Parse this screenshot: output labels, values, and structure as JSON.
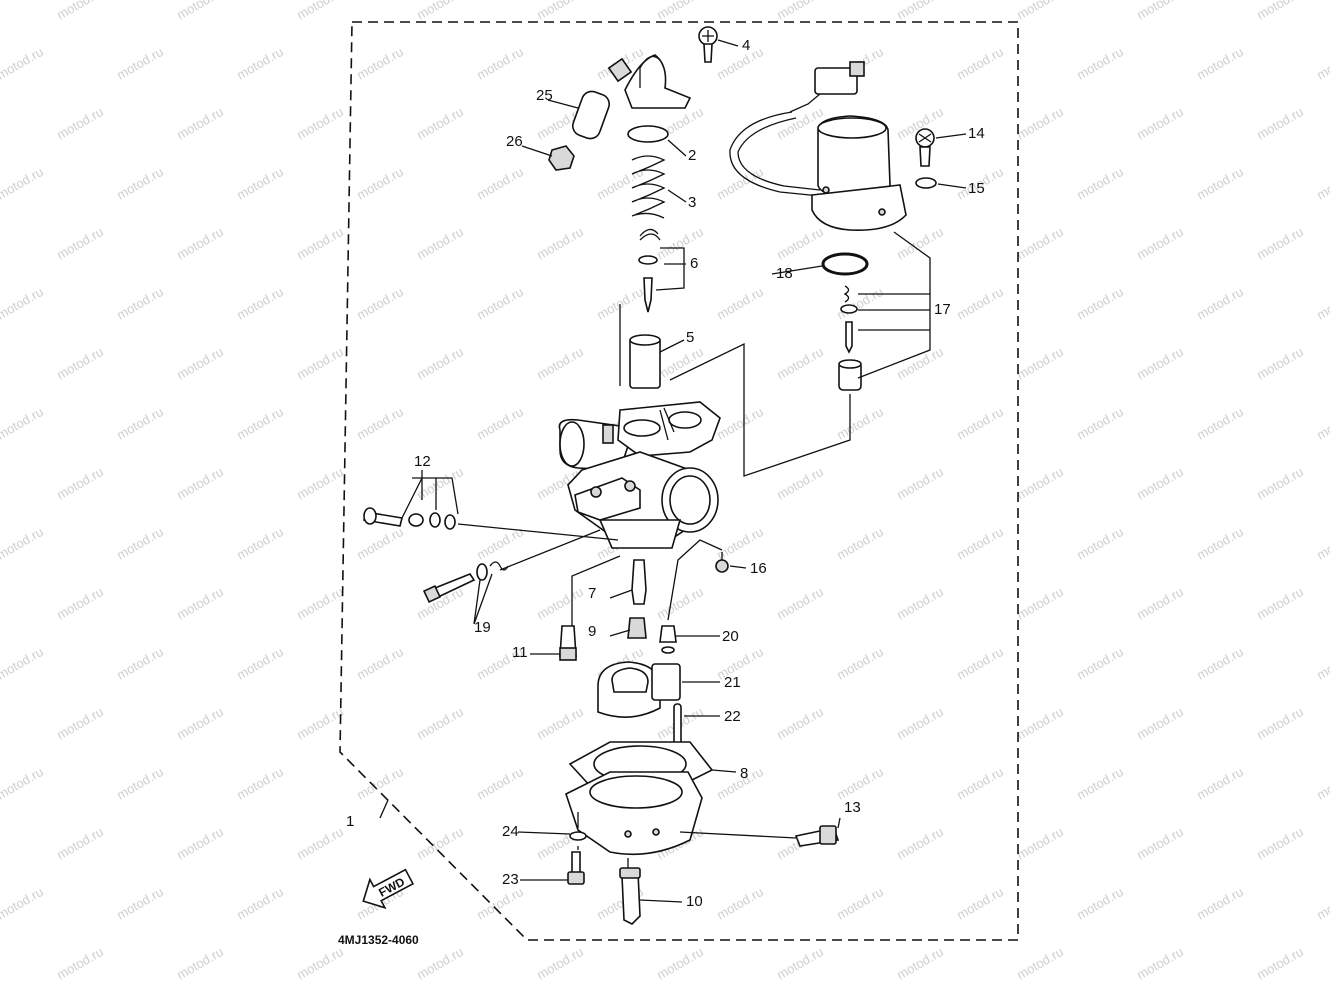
{
  "watermark": "motod.ru",
  "diagram_code": "4MJ1352-4060",
  "fwd_label": "FWD",
  "parts": [
    {
      "id": "p1",
      "num": "1"
    },
    {
      "id": "p2",
      "num": "2"
    },
    {
      "id": "p3",
      "num": "3"
    },
    {
      "id": "p4",
      "num": "4"
    },
    {
      "id": "p5",
      "num": "5"
    },
    {
      "id": "p6",
      "num": "6"
    },
    {
      "id": "p7",
      "num": "7"
    },
    {
      "id": "p8",
      "num": "8"
    },
    {
      "id": "p9",
      "num": "9"
    },
    {
      "id": "p10",
      "num": "10"
    },
    {
      "id": "p11",
      "num": "11"
    },
    {
      "id": "p12",
      "num": "12"
    },
    {
      "id": "p13",
      "num": "13"
    },
    {
      "id": "p14",
      "num": "14"
    },
    {
      "id": "p15",
      "num": "15"
    },
    {
      "id": "p16",
      "num": "16"
    },
    {
      "id": "p17",
      "num": "17"
    },
    {
      "id": "p18",
      "num": "18"
    },
    {
      "id": "p19",
      "num": "19"
    },
    {
      "id": "p20",
      "num": "20"
    },
    {
      "id": "p21",
      "num": "21"
    },
    {
      "id": "p22",
      "num": "22"
    },
    {
      "id": "p23",
      "num": "23"
    },
    {
      "id": "p24",
      "num": "24"
    },
    {
      "id": "p25",
      "num": "25"
    },
    {
      "id": "p26",
      "num": "26"
    }
  ]
}
